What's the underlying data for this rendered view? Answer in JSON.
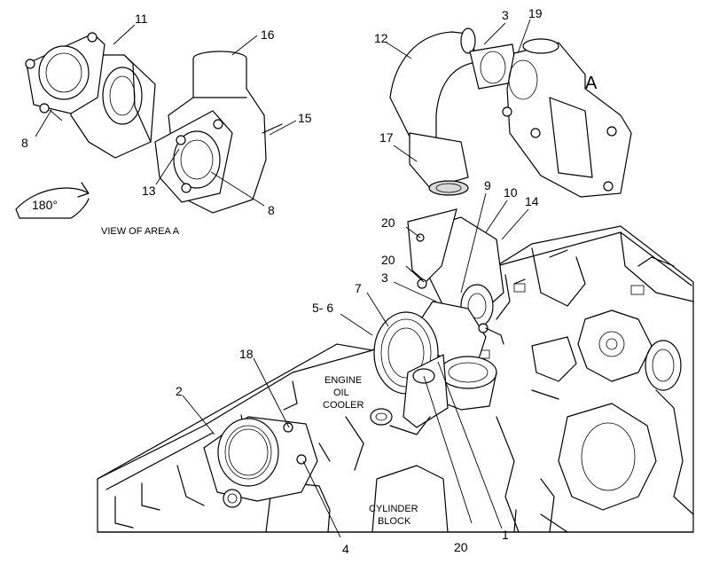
{
  "callouts": {
    "c11": "11",
    "c16": "16",
    "c8a": "8",
    "c15": "15",
    "c13": "13",
    "c8b": "8",
    "c12": "12",
    "c3a": "3",
    "c19": "19",
    "cA": "A",
    "c17": "17",
    "c9": "9",
    "c10": "10",
    "c14": "14",
    "c20a": "20",
    "c20b": "20",
    "c3b": "3",
    "c7": "7",
    "c56": "5- 6",
    "c18": "18",
    "c2": "2",
    "c4": "4",
    "c20c": "20",
    "c1": "1"
  },
  "labels": {
    "rotation": "180°",
    "view": "VIEW OF AREA  A",
    "oil_cooler_1": "ENGINE",
    "oil_cooler_2": "OIL",
    "oil_cooler_3": "COOLER",
    "block_1": "CYLINDER",
    "block_2": "BLOCK"
  }
}
